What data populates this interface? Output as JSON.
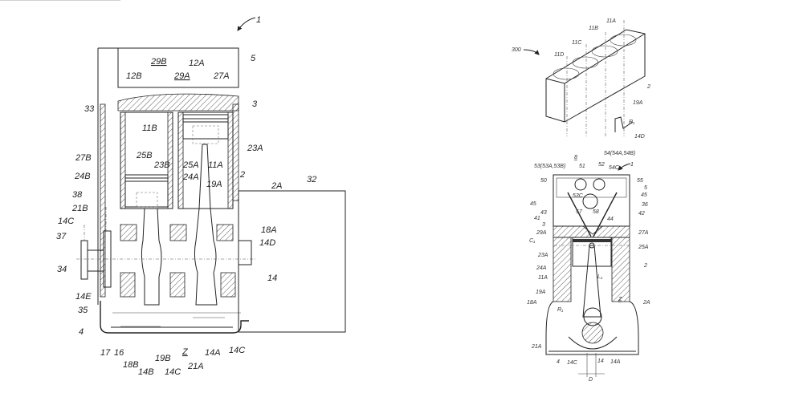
{
  "figure_left": {
    "ref_numeral": "1",
    "labels": {
      "l5": "5",
      "l29B": "29B",
      "l12A": "12A",
      "l29A": "29A",
      "l12B": "12B",
      "l27A": "27A",
      "l3": "3",
      "l33": "33",
      "l11B": "11B",
      "l23A": "23A",
      "l27B": "27B",
      "l25B": "25B",
      "l23B": "23B",
      "l25A": "25A",
      "l11A": "11A",
      "l24B": "24B",
      "l24A": "24A",
      "l2": "2",
      "l19A": "19A",
      "l2A": "2A",
      "l32": "32",
      "l38": "38",
      "l21B": "21B",
      "l14C_a": "14C",
      "l37": "37",
      "l18A": "18A",
      "l14D": "14D",
      "l34": "34",
      "l14": "14",
      "l14E": "14E",
      "l35": "35",
      "l4": "4",
      "l17": "17",
      "l16": "16",
      "l18B": "18B",
      "l14B": "14B",
      "l19B": "19B",
      "l14C_b": "14C",
      "lZ": "Z",
      "l21A": "21A",
      "l14A": "14A",
      "l14C_c": "14C"
    }
  },
  "figure_top_right": {
    "ref_numeral": "300",
    "labels": {
      "l11A": "11A",
      "l11B": "11B",
      "l11C": "11C",
      "l11D": "11D",
      "l2": "2",
      "l19A": "19A",
      "lR1": "R₁",
      "l14D": "14D"
    }
  },
  "figure_bottom_right": {
    "ref_numeral": "1",
    "labels": {
      "l8": "8",
      "l53": "53(53A,53B)",
      "l54": "54(54A,54B)",
      "l51": "51",
      "l52": "52",
      "l54C": "54C",
      "l50": "50",
      "l55": "55",
      "l5": "5",
      "l45a": "45",
      "l45b": "45",
      "l53C": "53C",
      "l36": "36",
      "l57": "57",
      "l58": "58",
      "l43": "43",
      "l42": "42",
      "l41": "41",
      "l44": "44",
      "l3": "3",
      "l29A": "29A",
      "l27A": "27A",
      "lC1": "C₁",
      "l25A": "25A",
      "l23A": "23A",
      "l24A": "24A",
      "l2": "2",
      "l11A": "11A",
      "lL1": "L₁",
      "l19A": "19A",
      "l18A": "18A",
      "lR1": "R₁",
      "lZ": "Z",
      "l2A": "2A",
      "l21A": "21A",
      "l4": "4",
      "l14C": "14C",
      "l14": "14",
      "l14A": "14A",
      "lD": "D"
    }
  }
}
